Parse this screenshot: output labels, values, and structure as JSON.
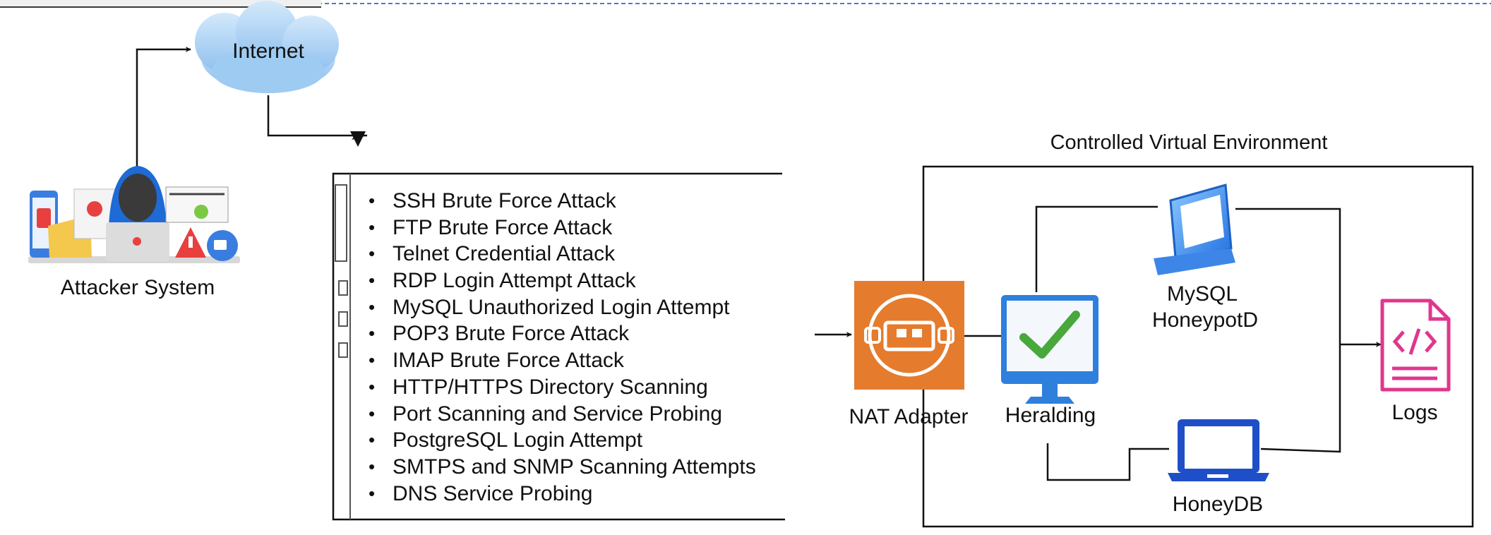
{
  "nodes": {
    "internet": "Internet",
    "attacker": "Attacker System",
    "environment": "Controlled Virtual Environment",
    "nat": "NAT Adapter",
    "heralding": "Heralding",
    "mysql_line1": "MySQL",
    "mysql_line2": "HoneypotD",
    "honeydb": "HoneyDB",
    "logs": "Logs"
  },
  "attacks": [
    "SSH Brute Force Attack",
    "FTP Brute Force Attack",
    "Telnet Credential Attack",
    "RDP Login Attempt Attack",
    "MySQL Unauthorized Login Attempt",
    "POP3 Brute Force Attack",
    "IMAP Brute Force Attack",
    "HTTP/HTTPS Directory Scanning",
    "Port Scanning and Service Probing",
    "PostgreSQL Login Attempt",
    "SMTPS and SNMP Scanning Attempts",
    "DNS Service Probing"
  ],
  "colors": {
    "cloud": "#aed4f6",
    "nat_fill": "#e57b2c",
    "monitor_blue": "#3a8be0",
    "laptop_blue": "#1f4fc8",
    "logs_pink": "#e0378e",
    "check_green": "#3aa83a",
    "line": "#111111"
  },
  "icons": {
    "attacker": "hacker-icon",
    "nat": "nat-adapter-icon",
    "heralding": "monitor-check-icon",
    "mysql": "laptop-icon",
    "honeydb": "laptop-icon",
    "logs": "code-file-icon"
  }
}
